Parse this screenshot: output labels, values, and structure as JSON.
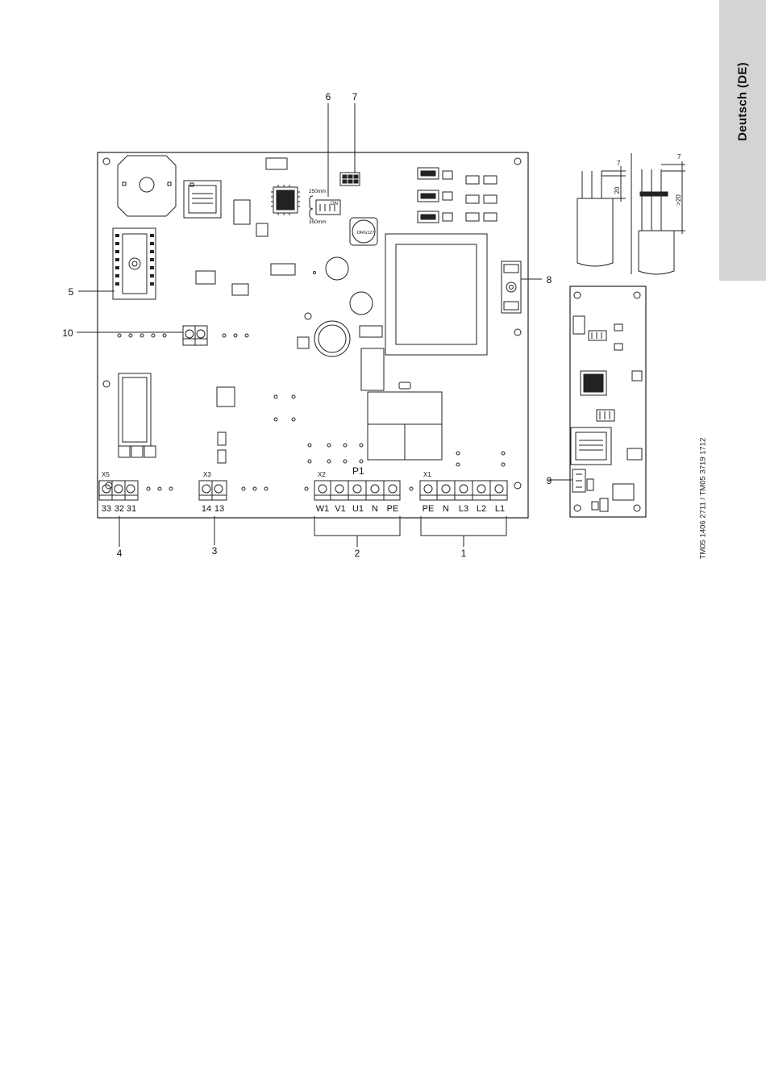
{
  "side_tab": {
    "label": "Deutsch (DE)"
  },
  "document_code": "TM05 1406 2711 / TM05 3719 1712",
  "callouts": [
    "1",
    "2",
    "3",
    "4",
    "5",
    "6",
    "7",
    "8",
    "9",
    "10"
  ],
  "board": {
    "dip_switch": {
      "label_top": "250mm",
      "label_bottom": "350mm",
      "on_label": "ON"
    },
    "inductor_label": "DRG127",
    "terminal_blocks": [
      {
        "id": "X5",
        "pins": [
          "33",
          "32",
          "31"
        ]
      },
      {
        "id": "X3",
        "pins": [
          "14",
          "13"
        ]
      },
      {
        "id": "X2",
        "group_label": "P1",
        "pins": [
          "W1",
          "V1",
          "U1",
          "N",
          "PE"
        ]
      },
      {
        "id": "X1",
        "pins": [
          "PE",
          "N",
          "L3",
          "L2",
          "L1"
        ]
      }
    ]
  },
  "wire_detail": {
    "dim_strip": "7",
    "dim_insulation": "20",
    "dim_strip_2": "7",
    "dim_insulation_2": ">20"
  },
  "colors": {
    "tab": "#d4d4d4",
    "line": "#222222"
  }
}
